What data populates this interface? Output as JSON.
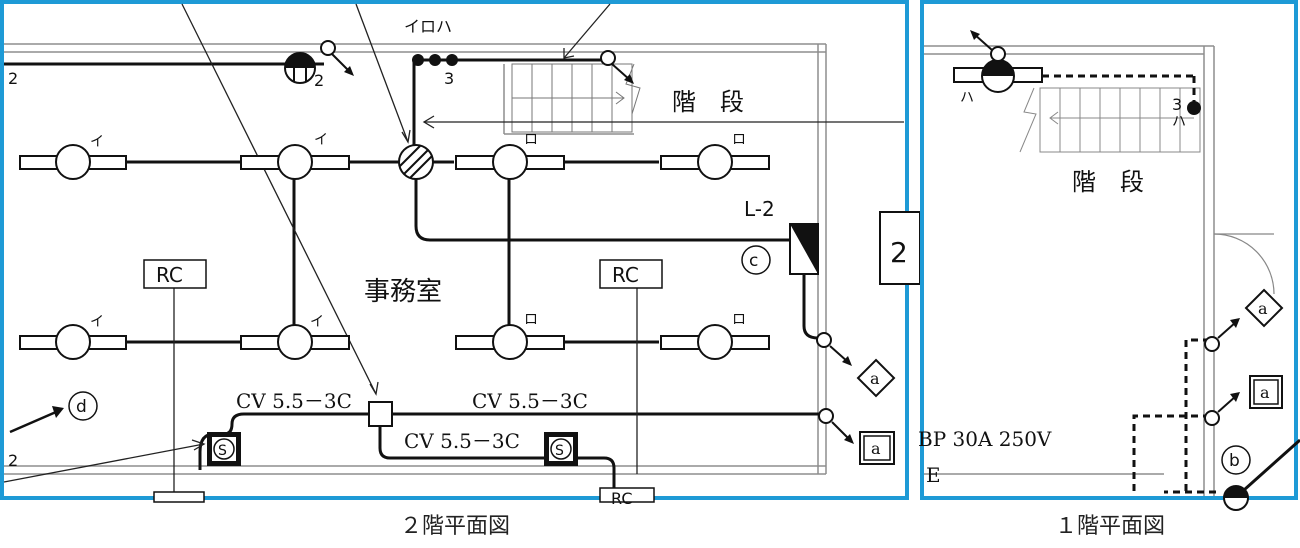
{
  "floor2": {
    "caption": "２階平面図",
    "room_name": "事務室",
    "stairs_label": "階　段",
    "panel_label": "L-2",
    "circuit_labels": [
      "2",
      "2",
      "2",
      "3"
    ],
    "switch_letters": "イロハ",
    "fixture_marks": [
      "イ",
      "イ",
      "ロ",
      "ロ",
      "イ",
      "イ",
      "ロ",
      "ロ"
    ],
    "rc_labels": [
      "RC",
      "RC"
    ],
    "cable_labels": [
      "CV 5.5－3C",
      "CV 5.5－3C",
      "CV 5.5－3C"
    ],
    "circle_letters": [
      "c",
      "d"
    ],
    "box_letters": [
      "a"
    ],
    "diamond_letters": [
      "a"
    ],
    "sensor_letters": [
      "S",
      "S"
    ],
    "partial_box": "2",
    "partial_rc": "RC"
  },
  "floor1": {
    "caption": "１階平面図",
    "stairs_label": "階　段",
    "circuit_label": "3",
    "fixture_marks": [
      "ハ",
      "ハ"
    ],
    "breaker_text": "BP 30A 250V",
    "partial_text": "E",
    "circle_letters": [
      "b"
    ],
    "diamond_letters": [
      "a"
    ],
    "box_letters": [
      "a"
    ]
  },
  "colors": {
    "frame": "#1e9ad6",
    "line": "#111111",
    "grid": "#9a9a9a"
  }
}
